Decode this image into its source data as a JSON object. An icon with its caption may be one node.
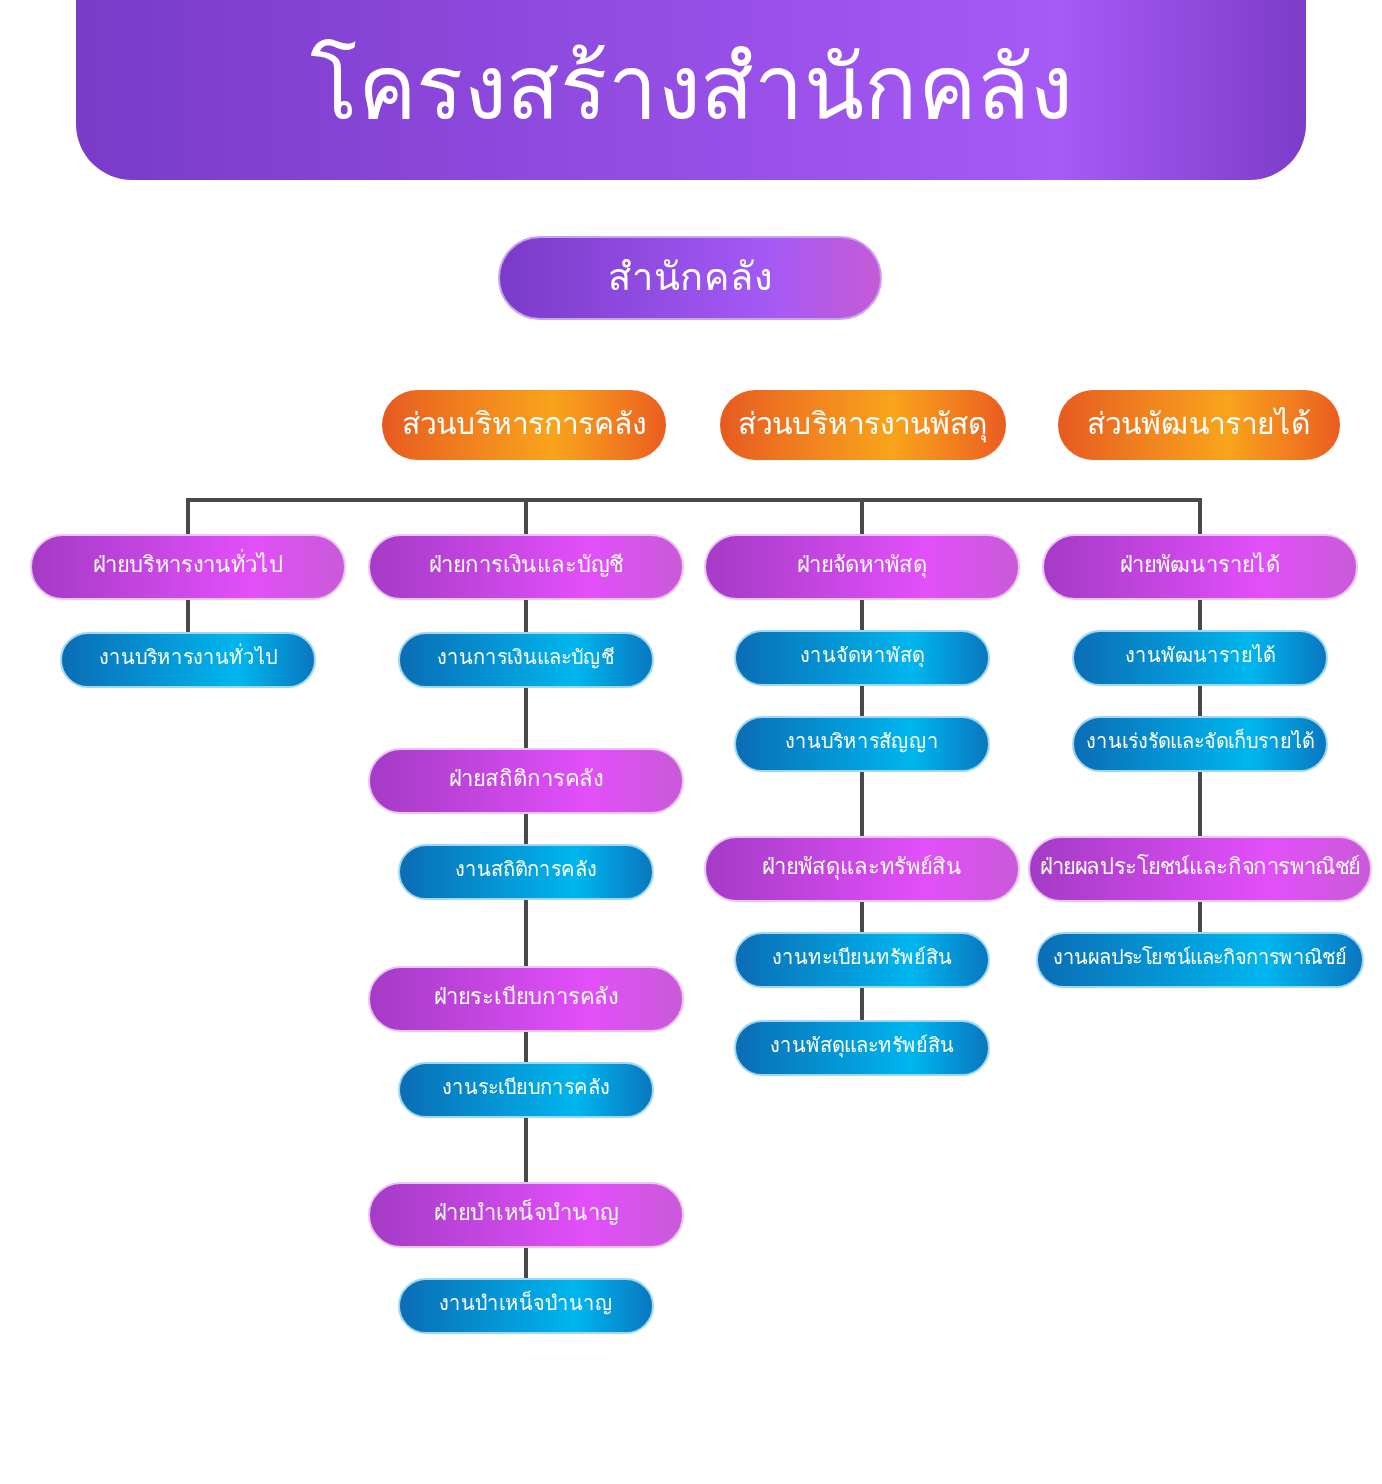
{
  "diagram": {
    "title": "โครงสร้างสำนักคลัง",
    "nodes": [
      {
        "text": [
          "สำนักคลัง"
        ]
      },
      {
        "text": [
          "ส่วนบริหารการคลัง"
        ]
      },
      {
        "text": [
          "ส่วนบริหารงานพัสดุ"
        ]
      },
      {
        "text": [
          "ส่วนพัฒนารายได้"
        ]
      },
      {
        "text": [
          "ฝ่ายบริหารงานทั่วไป"
        ]
      },
      {
        "text": [
          "งานบริหารงานทั่วไป"
        ]
      },
      {
        "text": [
          "ฝ่ายการเงินและบัญชี"
        ]
      },
      {
        "text": [
          "งานการเงินและบัญชี"
        ]
      },
      {
        "text": [
          "ฝ่ายสถิติการคลัง"
        ]
      },
      {
        "text": [
          "งานสถิติการคลัง"
        ]
      },
      {
        "text": [
          "ฝ่ายระเบียบการคลัง"
        ]
      },
      {
        "text": [
          "งานระเบียบการคลัง"
        ]
      },
      {
        "text": [
          "ฝ่ายบำเหน็จบำนาญ"
        ]
      },
      {
        "text": [
          "งานบำเหน็จบำนาญ"
        ]
      },
      {
        "text": [
          "ฝ่ายจัดหาพัสดุ"
        ]
      },
      {
        "text": [
          "งานจัดหาพัสดุ"
        ]
      },
      {
        "text": [
          "งานบริหารสัญญา"
        ]
      },
      {
        "text": [
          "ฝ่ายพัสดุและทรัพย์สิน"
        ]
      },
      {
        "text": [
          "งานทะเบียนทรัพย์สิน"
        ]
      },
      {
        "text": [
          "งานพัสดุและทรัพย์สิน"
        ]
      },
      {
        "text": [
          "ฝ่ายพัฒนารายได้"
        ]
      },
      {
        "text": [
          "งานพัฒนารายได้"
        ]
      },
      {
        "text": [
          "งานเร่งรัดและจัดเก็บรายได้"
        ]
      },
      {
        "text": [
          "ฝ่ายผลประโยชน์และกิจการพาณิชย์"
        ]
      },
      {
        "text": [
          "งานผลประโยชน์และกิจการพาณิชย์"
        ]
      }
    ],
    "edges": [
      {
        "from": 4,
        "to": 6,
        "arrow": "none"
      },
      {
        "from": 6,
        "to": 14,
        "arrow": "none"
      },
      {
        "from": 14,
        "to": 20,
        "arrow": "none"
      },
      {
        "from": 4,
        "to": 5,
        "arrow": "none"
      },
      {
        "from": 6,
        "to": 7,
        "arrow": "none"
      },
      {
        "from": 7,
        "to": 8,
        "arrow": "none"
      },
      {
        "from": 8,
        "to": 9,
        "arrow": "none"
      },
      {
        "from": 9,
        "to": 10,
        "arrow": "none"
      },
      {
        "from": 10,
        "to": 11,
        "arrow": "none"
      },
      {
        "from": 11,
        "to": 12,
        "arrow": "none"
      },
      {
        "from": 12,
        "to": 13,
        "arrow": "none"
      },
      {
        "from": 14,
        "to": 15,
        "arrow": "none"
      },
      {
        "from": 15,
        "to": 16,
        "arrow": "none"
      },
      {
        "from": 16,
        "to": 17,
        "arrow": "none"
      },
      {
        "from": 17,
        "to": 18,
        "arrow": "none"
      },
      {
        "from": 18,
        "to": 19,
        "arrow": "none"
      },
      {
        "from": 20,
        "to": 21,
        "arrow": "none"
      },
      {
        "from": 21,
        "to": 22,
        "arrow": "none"
      },
      {
        "from": 22,
        "to": 23,
        "arrow": "none"
      },
      {
        "from": 23,
        "to": 24,
        "arrow": "none"
      }
    ]
  }
}
